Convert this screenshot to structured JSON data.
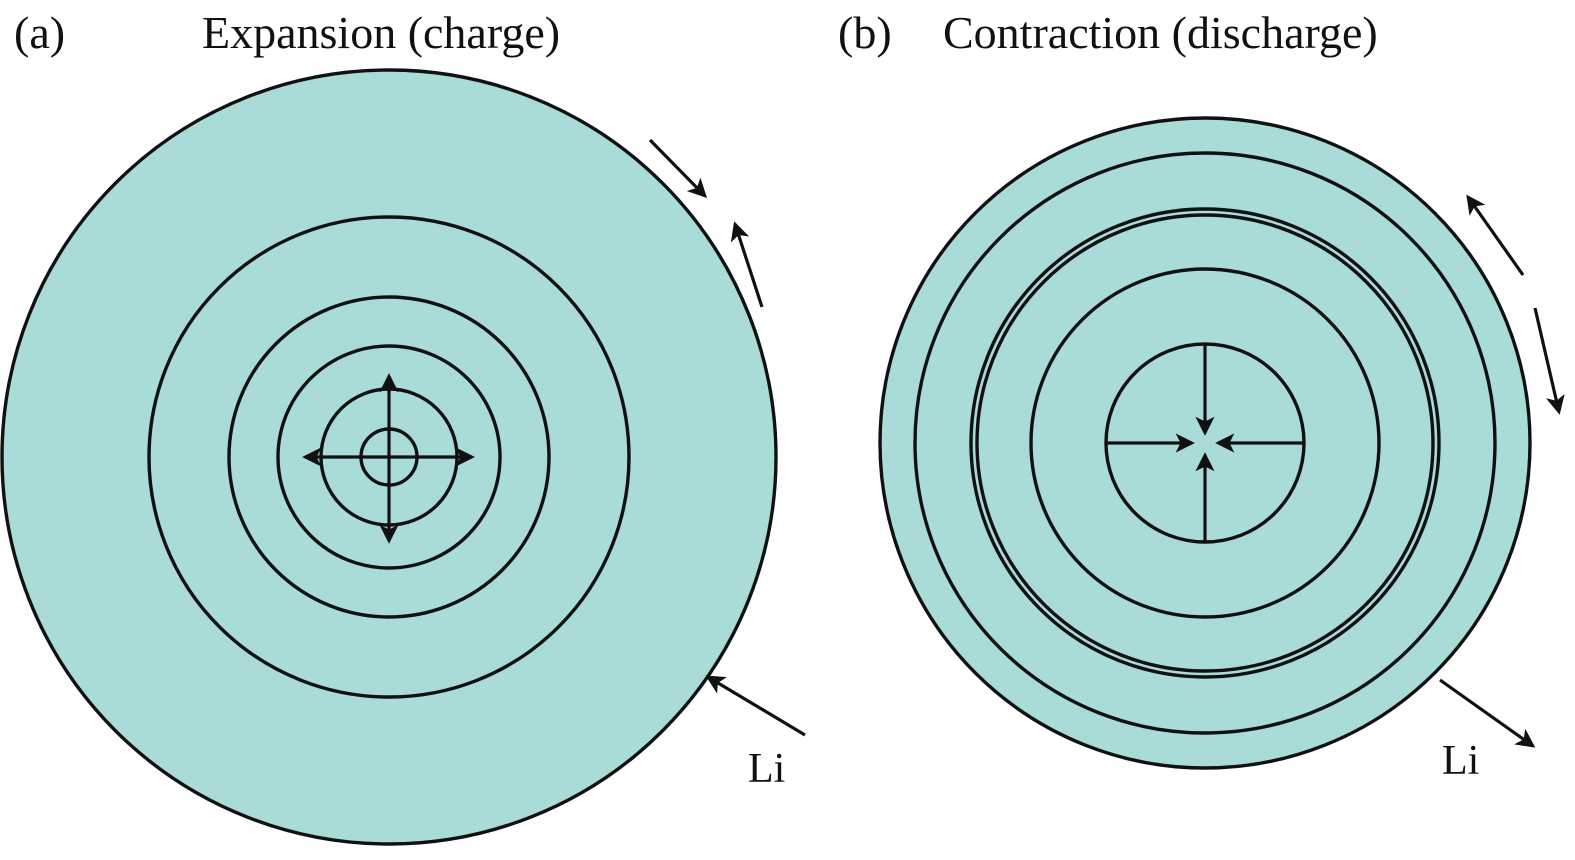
{
  "colors": {
    "particle_fill": "#a9dbd8",
    "line": "#111111",
    "background": "#ffffff"
  },
  "panels": [
    {
      "id": "a",
      "letter": "(a)",
      "title": "Expansion (charge)",
      "ion_label": "Li",
      "process": "expansion",
      "ion_flow": "inward",
      "ring_count": 6
    },
    {
      "id": "b",
      "letter": "(b)",
      "title": "Contraction (discharge)",
      "ion_label": "Li",
      "process": "contraction",
      "ion_flow": "outward",
      "ring_count": 6
    }
  ]
}
